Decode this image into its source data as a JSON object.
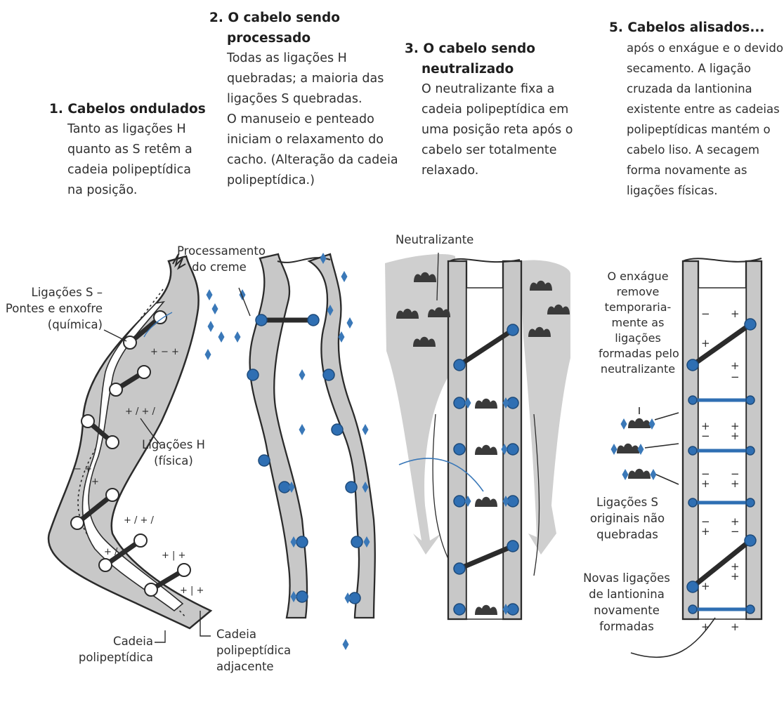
{
  "panels": [
    {
      "heading_lines": [
        "1. Cabelos ondulados"
      ],
      "body_lines": [
        "Tanto as ligações H",
        "quanto as S retêm a",
        "cadeia polipeptídica",
        "na posição."
      ]
    },
    {
      "heading_lines": [
        "2. O cabelo sendo",
        "processado"
      ],
      "body_lines": [
        "Todas as ligações H",
        "quebradas; a maioria das",
        "ligações S quebradas.",
        "O manuseio e penteado",
        "iniciam o relaxamento do",
        "cacho. (Alteração da cadeia",
        "polipeptídica.)"
      ]
    },
    {
      "heading_lines": [
        "3. O cabelo sendo",
        "neutralizado"
      ],
      "body_lines": [
        "O neutralizante fixa a",
        "cadeia polipeptídica em",
        "uma posição reta após o",
        "cabelo ser totalmente",
        "relaxado."
      ]
    },
    {
      "heading_lines": [
        "5. Cabelos alisados..."
      ],
      "body_lines": [
        "após o enxágue e o devido",
        "secamento. A ligação",
        "cruzada da lantionina",
        "existente entre as cadeias",
        "polipeptídicas mantém o",
        "cabelo liso. A secagem",
        "forma novamente as",
        "ligações físicas."
      ]
    }
  ],
  "labels": {
    "s_bonds": [
      "Ligações S –",
      "Pontes e enxofre",
      "(química)"
    ],
    "h_bonds": [
      "Ligações H",
      "(física)"
    ],
    "chain": [
      "Cadeia",
      "polipeptídica"
    ],
    "adjacent_chain": [
      "Cadeia",
      "polipeptídica",
      "adjacente"
    ],
    "cream": [
      "Processamento",
      "do creme"
    ],
    "neutralizer": [
      "Neutralizante"
    ],
    "rinse": [
      "O enxágue",
      "remove",
      "temporaria-",
      "mente as",
      "ligações",
      "formadas pelo",
      "neutralizante"
    ],
    "original_s": [
      "Ligações S",
      "originais não",
      "quebradas"
    ],
    "lanthionine": [
      "Novas ligações",
      "de lantionina",
      "novamente",
      "formadas"
    ]
  },
  "colors": {
    "strand_fill": "#c8c8c8",
    "outline": "#2b2b2b",
    "bond_blue": "#2f6fb3",
    "diamond_blue": "#3a78b8",
    "flow_gray": "#cfcfcf",
    "neutralizer_dark": "#3a3a3a"
  }
}
